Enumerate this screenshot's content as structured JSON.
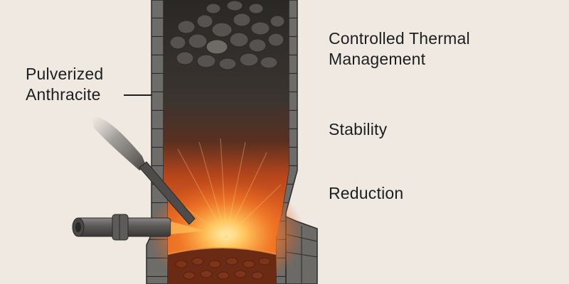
{
  "diagram": {
    "subject": "furnace-cross-section",
    "labels": {
      "left": [
        "Pulverized",
        "Anthracite"
      ],
      "right": [
        {
          "lines": [
            "Controlled Thermal",
            "Management"
          ]
        },
        {
          "lines": [
            "Stability"
          ]
        },
        {
          "lines": [
            "Reduction"
          ]
        }
      ]
    },
    "components": {
      "charge_top": "coal-lump-charge",
      "hot_zone": "orange-combustion-zone",
      "injection_lance": "angled-lance-with-smoke",
      "tuyere": "horizontal-nozzle",
      "hearth": "molten-bed"
    },
    "colors": {
      "background": "#efe9e1",
      "text": "#1c1f22",
      "brick": "#6f6e6b",
      "brick_line": "#2c2b29",
      "charge_dark": "#2e2c2a",
      "flame_core": "#ffd27a",
      "flame_mid": "#f07a2a",
      "flame_outer": "#b2401a",
      "hearth": "#6a2a14"
    }
  }
}
